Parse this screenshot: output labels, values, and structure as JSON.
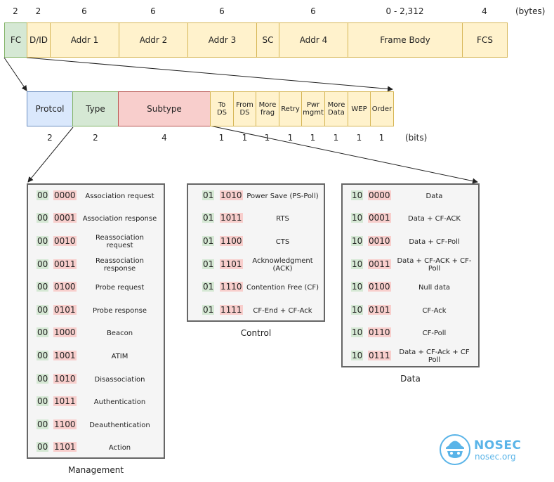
{
  "frame": {
    "sizes": [
      "2",
      "2",
      "6",
      "6",
      "6",
      "6",
      "0 - 2,312",
      "4"
    ],
    "unit": "(bytes)",
    "fields": [
      "FC",
      "D/ID",
      "Addr 1",
      "Addr 2",
      "Addr 3",
      "SC",
      "Addr 4",
      "Frame Body",
      "FCS"
    ]
  },
  "fc": {
    "fields": [
      "Protcol",
      "Type",
      "Subtype"
    ],
    "flags": [
      [
        "To",
        "DS"
      ],
      [
        "From",
        "DS"
      ],
      [
        "More",
        "frag"
      ],
      [
        "Retry"
      ],
      [
        "Pwr",
        "mgmt"
      ],
      [
        "More",
        "Data"
      ],
      [
        "WEP"
      ],
      [
        "Order"
      ]
    ],
    "sizes": [
      "2",
      "2",
      "4",
      "1",
      "1",
      "1",
      "1",
      "1",
      "1",
      "1",
      "1"
    ],
    "unit": "(bits)"
  },
  "management": {
    "caption": "Management",
    "rows": [
      {
        "type": "00",
        "subtype": "0000",
        "label": "Association request"
      },
      {
        "type": "00",
        "subtype": "0001",
        "label": "Association response"
      },
      {
        "type": "00",
        "subtype": "0010",
        "label": "Reassociation request"
      },
      {
        "type": "00",
        "subtype": "0011",
        "label": "Reassociation response"
      },
      {
        "type": "00",
        "subtype": "0100",
        "label": "Probe request"
      },
      {
        "type": "00",
        "subtype": "0101",
        "label": "Probe response"
      },
      {
        "type": "00",
        "subtype": "1000",
        "label": "Beacon"
      },
      {
        "type": "00",
        "subtype": "1001",
        "label": "ATIM"
      },
      {
        "type": "00",
        "subtype": "1010",
        "label": "Disassociation"
      },
      {
        "type": "00",
        "subtype": "1011",
        "label": "Authentication"
      },
      {
        "type": "00",
        "subtype": "1100",
        "label": "Deauthentication"
      },
      {
        "type": "00",
        "subtype": "1101",
        "label": "Action"
      }
    ]
  },
  "control": {
    "caption": "Control",
    "rows": [
      {
        "type": "01",
        "subtype": "1010",
        "label": "Power Save (PS-Poll)"
      },
      {
        "type": "01",
        "subtype": "1011",
        "label": "RTS"
      },
      {
        "type": "01",
        "subtype": "1100",
        "label": "CTS"
      },
      {
        "type": "01",
        "subtype": "1101",
        "label": "Acknowledgment (ACK)"
      },
      {
        "type": "01",
        "subtype": "1110",
        "label": "Contention Free (CF)"
      },
      {
        "type": "01",
        "subtype": "1111",
        "label": "CF-End + CF-Ack"
      }
    ]
  },
  "data_frames": {
    "caption": "Data",
    "rows": [
      {
        "type": "10",
        "subtype": "0000",
        "label": "Data"
      },
      {
        "type": "10",
        "subtype": "0001",
        "label": "Data + CF-ACK"
      },
      {
        "type": "10",
        "subtype": "0010",
        "label": "Data + CF-Poll"
      },
      {
        "type": "10",
        "subtype": "0011",
        "label": "Data + CF-ACK + CF-Poll"
      },
      {
        "type": "10",
        "subtype": "0100",
        "label": "Null data"
      },
      {
        "type": "10",
        "subtype": "0101",
        "label": "CF-Ack"
      },
      {
        "type": "10",
        "subtype": "0110",
        "label": "CF-Poll"
      },
      {
        "type": "10",
        "subtype": "0111",
        "label": "Data + CF-Ack + CF Poll"
      }
    ]
  },
  "logo": {
    "name": "NOSEC",
    "domain": "nosec.org",
    "color": "#5ab4e8"
  }
}
